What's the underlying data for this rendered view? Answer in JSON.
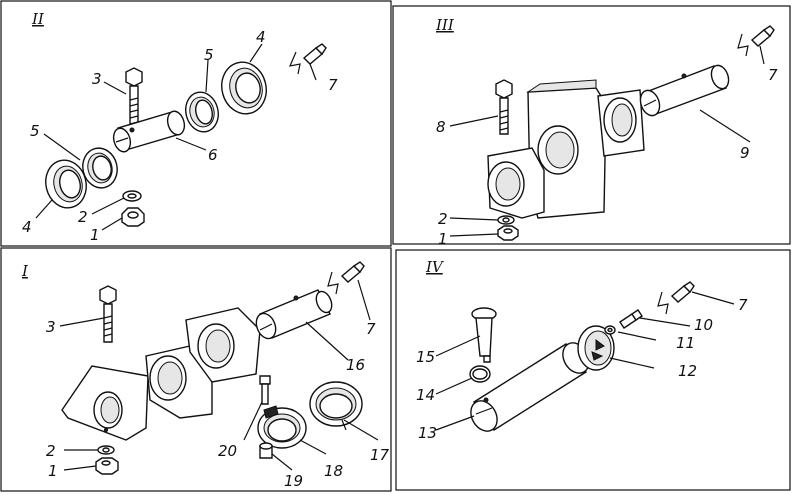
{
  "panels": {
    "I": {
      "numeral": "I",
      "labels": {
        "p1": "1",
        "p2": "2",
        "p3": "3",
        "p7": "7",
        "p16": "16",
        "p17": "17",
        "p18": "18",
        "p19": "19",
        "p20": "20"
      }
    },
    "II": {
      "numeral": "II",
      "labels": {
        "p1": "1",
        "p2": "2",
        "p3": "3",
        "p4a": "4",
        "p4b": "4",
        "p5a": "5",
        "p5b": "5",
        "p6": "6",
        "p7": "7"
      }
    },
    "III": {
      "numeral": "III",
      "labels": {
        "p1": "1",
        "p2": "2",
        "p7": "7",
        "p8": "8",
        "p9": "9"
      }
    },
    "IV": {
      "numeral": "IV",
      "labels": {
        "p7": "7",
        "p10": "10",
        "p11": "11",
        "p12": "12",
        "p13": "13",
        "p14": "14",
        "p15": "15"
      }
    }
  }
}
